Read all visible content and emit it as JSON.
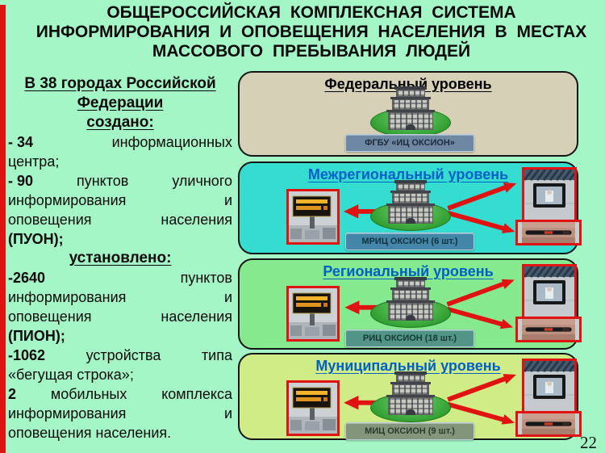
{
  "page_number": "22",
  "title": {
    "line1": "ОБЩЕРОССИЙСКАЯ КОМПЛЕКСНАЯ СИСТЕМА",
    "line2": "ИНФОРМИРОВАНИЯ И ОПОВЕЩЕНИЯ НАСЕЛЕНИЯ В МЕСТАХ",
    "line3": "МАССОВОГО ПРЕБЫВАНИЯ ЛЮДЕЙ"
  },
  "left_panel": {
    "lines": [
      {
        "t": "head",
        "text": "В 38 городах Российской"
      },
      {
        "t": "head",
        "text": "Федерации"
      },
      {
        "t": "head",
        "text": "создано:"
      },
      {
        "t": "spread",
        "words": [
          "- 34",
          "информационных"
        ]
      },
      {
        "t": "plain",
        "text": "центра;"
      },
      {
        "t": "spread",
        "words": [
          "- 90",
          "пунктов",
          "уличного"
        ]
      },
      {
        "t": "spread",
        "words": [
          "информирования",
          "и"
        ]
      },
      {
        "t": "spread",
        "words": [
          "оповещения",
          "населения"
        ]
      },
      {
        "t": "plain",
        "text": "(ПУОН);",
        "b": true
      },
      {
        "t": "head",
        "text": "установлено:"
      },
      {
        "t": "spread",
        "words": [
          "-2640",
          "пунктов"
        ]
      },
      {
        "t": "spread",
        "words": [
          "информирования",
          "и"
        ]
      },
      {
        "t": "spread",
        "words": [
          "оповещения",
          "населения"
        ]
      },
      {
        "t": "plain",
        "text": "(ПИОН);",
        "b": true
      },
      {
        "t": "spread",
        "words": [
          "-1062",
          "устройства",
          "типа"
        ]
      },
      {
        "t": "plain",
        "text": "«бегущая строка»;"
      },
      {
        "t": "spread",
        "words": [
          "2",
          "мобильных",
          "комплекса"
        ]
      },
      {
        "t": "spread",
        "words": [
          "информирования",
          "и"
        ]
      },
      {
        "t": "plain",
        "text": "оповещения населения."
      }
    ]
  },
  "levels": [
    {
      "name": "Федеральный уровень",
      "label": "ФГБУ «ИЦ ОКСИОН»",
      "bg": "#d6d0b6",
      "btn_bg": "#6e87a3",
      "btn_text": "#1d2b3a",
      "title_color": "#000000"
    },
    {
      "name": "Межрегиональный уровень",
      "label": "МРИЦ ОКСИОН (6 шт.)",
      "bg": "#35ddd0",
      "btn_bg": "#4486a8",
      "btn_text": "#10323f",
      "title_color": "#0060c8"
    },
    {
      "name": "Региональный уровень",
      "label": "РИЦ ОКСИОН (18 шт.)",
      "bg": "#85ea8e",
      "btn_bg": "#529488",
      "btn_text": "#143c32",
      "title_color": "#0060c8"
    },
    {
      "name": "Муниципальный уровень",
      "label": "МИЦ ОКСИОН (9 шт.)",
      "bg": "#cfec86",
      "btn_bg": "#83967c",
      "btn_text": "#2c3b2c",
      "title_color": "#0060c8"
    }
  ],
  "colors": {
    "slide_bg": "#a4f6c7",
    "red_accent": "#e01212",
    "level_heading_blue": "#0060c8"
  }
}
